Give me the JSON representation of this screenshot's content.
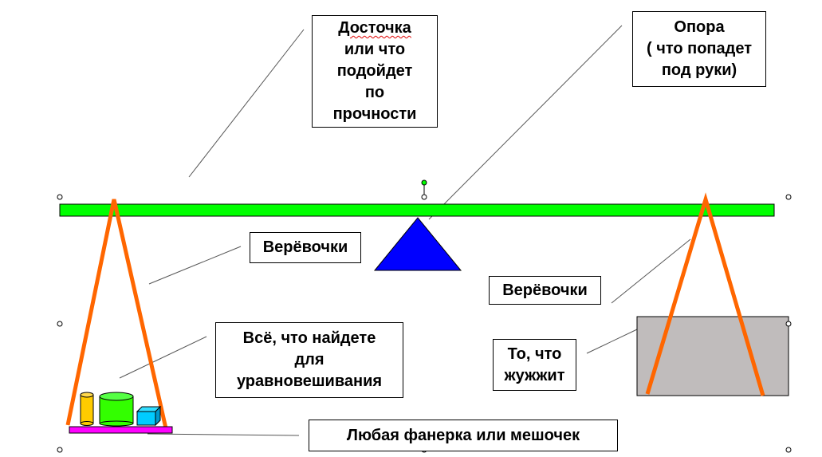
{
  "labels": {
    "board_word": "Досточка",
    "board_rest": "или что\nподойдет\nпо\nпрочности",
    "support": "Опора\n( что попадет\nпод руки)",
    "ropes_left": "Верёвочки",
    "ropes_right": "Верёвочки",
    "counterweights": "Всё, что найдете\nдля\nуравновешивания",
    "buzzing_thing": "То, что\nжужжит",
    "plywood": "Любая фанерка или мешочек"
  },
  "colors": {
    "plank": "#00ff00",
    "fulcrum": "#0000ff",
    "rope": "#ff6600",
    "tray": "#ff00ff",
    "object": "#c0bcbc",
    "weight_yellow": "#ffcc00",
    "weight_green": "#33ff00",
    "weight_cyan": "#00ccff"
  }
}
